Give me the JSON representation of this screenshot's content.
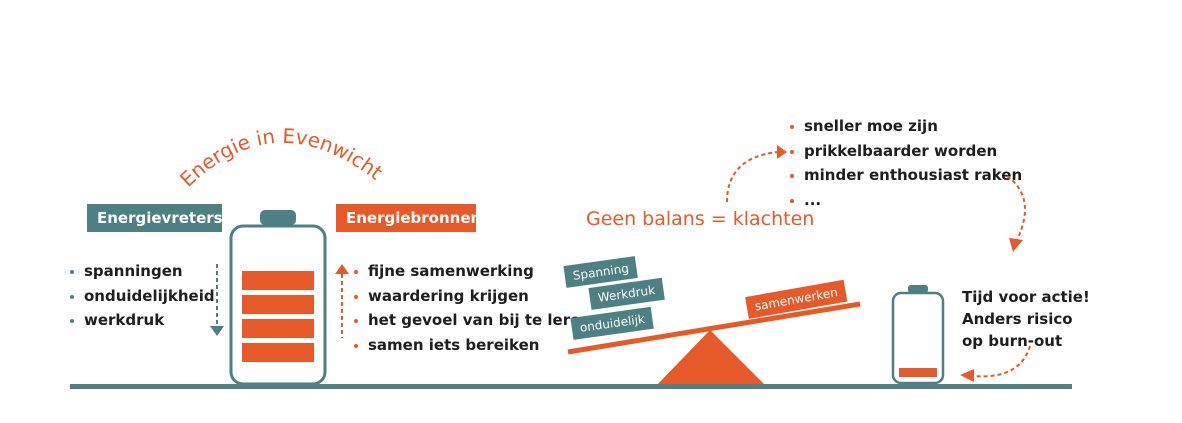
{
  "title": "Energie in Evenwicht",
  "left": {
    "label": "Energievreters",
    "items": [
      "spanningen",
      "onduidelijkheid",
      "werkdruk"
    ]
  },
  "right": {
    "label": "Energiebronnen",
    "items": [
      "fijne samenwerking",
      "waardering krijgen",
      "het gevoel van bij te leren",
      "samen iets bereiken"
    ]
  },
  "imbalance": {
    "headline": "Geen balans = klachten",
    "complaints": [
      "sneller moe zijn",
      "prikkelbaarder worden",
      "minder enthousiast raken",
      "..."
    ],
    "heavy_blocks": [
      "Spanning",
      "Werkdruk",
      "onduidelijk"
    ],
    "light_block": "samenwerken",
    "warning": "Tijd voor actie!\nAnders risico\nop burn-out"
  },
  "battery_levels": {
    "balanced": 4,
    "low": 1
  },
  "colors": {
    "teal": "#4e7f83",
    "orange": "#e65a2a",
    "text": "#1e1e1e"
  },
  "icons": [
    "battery-full-icon",
    "battery-low-icon",
    "seesaw-icon",
    "arrow-down-icon",
    "arrow-up-icon",
    "curved-arrow-icon"
  ]
}
